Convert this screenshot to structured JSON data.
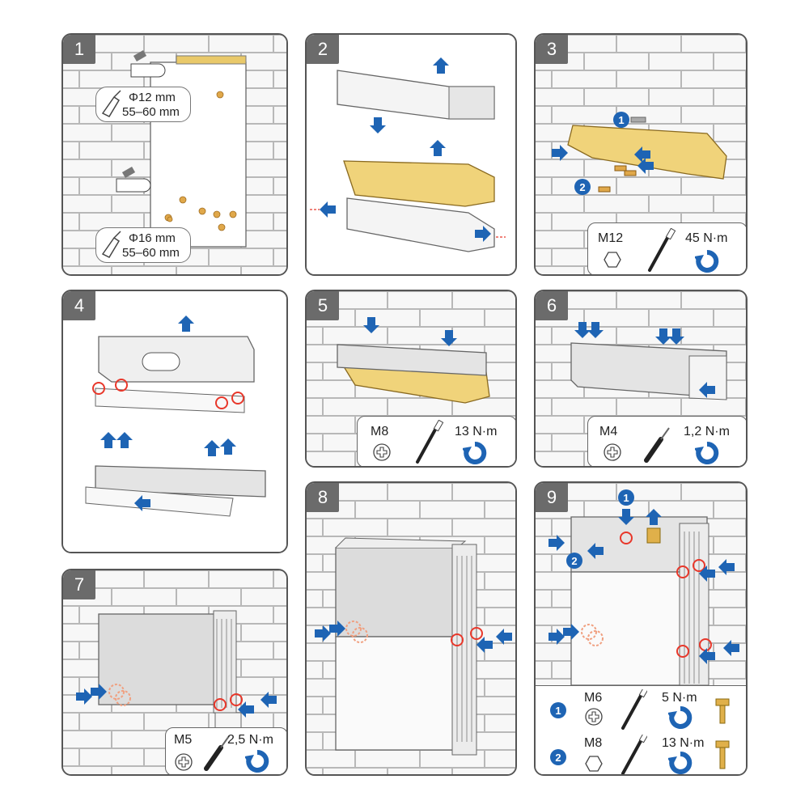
{
  "steps": [
    {
      "number": "1"
    },
    {
      "number": "2"
    },
    {
      "number": "3"
    },
    {
      "number": "4"
    },
    {
      "number": "5"
    },
    {
      "number": "6"
    },
    {
      "number": "7"
    },
    {
      "number": "8"
    },
    {
      "number": "9"
    }
  ],
  "step1": {
    "drill_top": {
      "diameter": "Φ12 mm",
      "depth": "55–60 mm"
    },
    "drill_bottom": {
      "diameter": "Φ16 mm",
      "depth": "55–60 mm"
    }
  },
  "step3": {
    "bolt": "M12",
    "torque": "45 N·m",
    "badge_1": "1",
    "badge_2": "2"
  },
  "step5": {
    "bolt": "M8",
    "torque": "13 N·m"
  },
  "step6": {
    "bolt": "M4",
    "torque": "1,2 N·m"
  },
  "step7": {
    "bolt": "M5",
    "torque": "2,5 N·m"
  },
  "step9": {
    "badge_1": "1",
    "badge_2": "2",
    "row1": {
      "badge": "1",
      "bolt": "M6",
      "torque": "5 N·m"
    },
    "row2": {
      "badge": "2",
      "bolt": "M8",
      "torque": "13 N·m"
    }
  },
  "colors": {
    "arrow": "#1e64b4",
    "bracket": "#f0d37a",
    "brick_line": "#b8b8b8",
    "marker": "#e8372a",
    "frame": "#555555"
  },
  "icons": [
    "hex-head-icon",
    "phillips-head-icon",
    "torque-wrench-icon",
    "screwdriver-icon",
    "clockwise-rotation-icon",
    "drill-icon",
    "bolt-icon",
    "up-arrow-icon",
    "down-arrow-icon",
    "left-arrow-icon",
    "right-arrow-icon"
  ]
}
